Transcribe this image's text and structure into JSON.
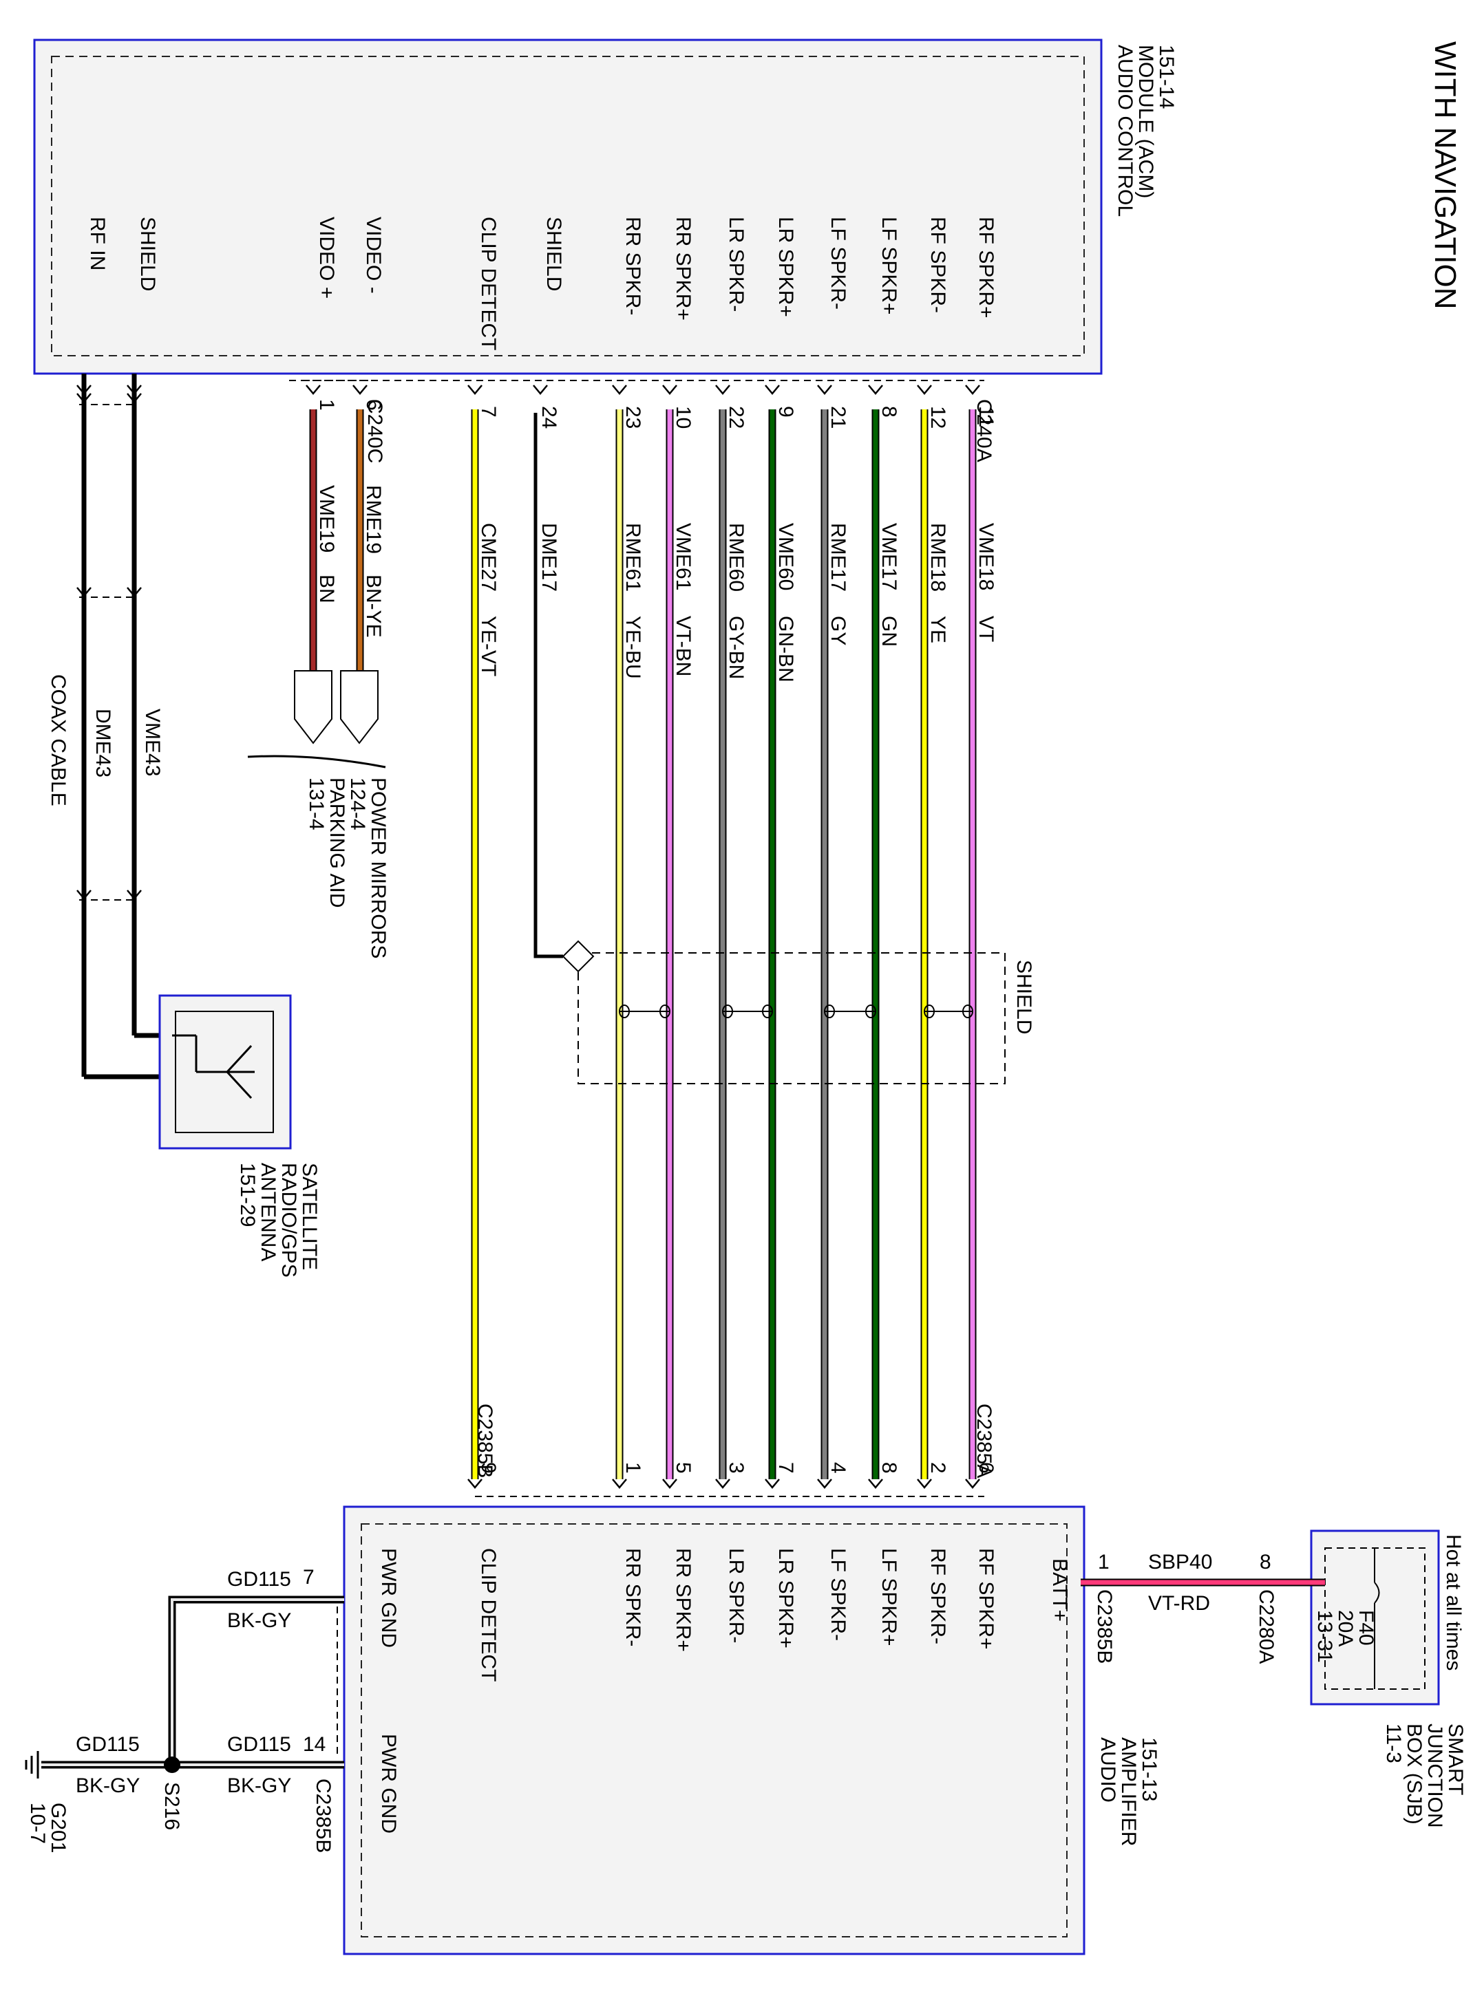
{
  "title": "WITH NAVIGATION",
  "acm": {
    "name_lines": [
      "AUDIO CONTROL",
      "MODULE (ACM)",
      "151-14"
    ],
    "pins": [
      "RF SPKR+",
      "RF SPKR-",
      "LF SPKR+",
      "LF SPKR-",
      "LR SPKR+",
      "LR SPKR-",
      "RR SPKR+",
      "RR SPKR-",
      "SHIELD",
      "CLIP DETECT",
      "VIDEO -",
      "VIDEO +",
      "SHIELD",
      "RF IN"
    ]
  },
  "amp": {
    "name_lines": [
      "AUDIO",
      "AMPLIFIER",
      "151-13"
    ],
    "pins": [
      "BATT+",
      "RF SPKR+",
      "RF SPKR-",
      "LF SPKR+",
      "LF SPKR-",
      "LR SPKR+",
      "LR SPKR-",
      "RR SPKR+",
      "RR SPKR-",
      "CLIP DETECT",
      "PWR GND",
      "PWR GND"
    ]
  },
  "connectors": {
    "c240a": "C240A",
    "c240c": "C240C",
    "c2385a": "C2385A",
    "c2385b_top": "C2385B",
    "c2385b_batt": "C2385B",
    "c2385b_gnd": "C2385B",
    "c2280a": "C2280A"
  },
  "speaker_wires": [
    {
      "circuit": "VME18",
      "color_code": "VT",
      "acm_pin": "11",
      "amp_pin": "6",
      "hex": "#ee82ee"
    },
    {
      "circuit": "RME18",
      "color_code": "YE",
      "acm_pin": "12",
      "amp_pin": "2",
      "hex": "#ffff00"
    },
    {
      "circuit": "VME17",
      "color_code": "GN",
      "acm_pin": "8",
      "amp_pin": "8",
      "hex": "#006400"
    },
    {
      "circuit": "RME17",
      "color_code": "GY",
      "acm_pin": "21",
      "amp_pin": "4",
      "hex": "#808080"
    },
    {
      "circuit": "VME60",
      "color_code": "GN-BN",
      "acm_pin": "9",
      "amp_pin": "7",
      "hex": "#006400"
    },
    {
      "circuit": "RME60",
      "color_code": "GY-BN",
      "acm_pin": "22",
      "amp_pin": "3",
      "hex": "#808080"
    },
    {
      "circuit": "VME61",
      "color_code": "VT-BN",
      "acm_pin": "10",
      "amp_pin": "5",
      "hex": "#ee82ee"
    },
    {
      "circuit": "RME61",
      "color_code": "YE-BU",
      "acm_pin": "23",
      "amp_pin": "1",
      "hex": "#ffff80"
    }
  ],
  "shield_wire": {
    "circuit": "DME17",
    "acm_pin": "24"
  },
  "clip_wire": {
    "circuit": "CME27",
    "color_code": "YE-VT",
    "acm_pin": "7",
    "amp_pin": "9",
    "hex": "#ffff00"
  },
  "video_wires": [
    {
      "circuit": "RME19",
      "color_code": "BN-YE",
      "acm_pin": "6",
      "hex": "#c46a1a"
    },
    {
      "circuit": "VME19",
      "color_code": "BN",
      "acm_pin": "1",
      "hex": "#a52a2a"
    }
  ],
  "video_dest_lines": [
    "POWER MIRRORS",
    "124-4",
    "PARKING AID",
    "131-4"
  ],
  "coax": {
    "label": "COAX CABLE",
    "circuits": [
      "VME43",
      "DME43"
    ]
  },
  "shield_label": "SHIELD",
  "antenna": {
    "name_lines": [
      "SATELLITE",
      "RADIO/GPS",
      "ANTENNA",
      "151-29"
    ]
  },
  "power": {
    "hot_label": "Hot at all times",
    "fuse_lines": [
      "F40",
      "20A",
      "13-31"
    ],
    "sjb_lines": [
      "SMART",
      "JUNCTION",
      "BOX (SJB)",
      "11-3"
    ],
    "circuit": "SBP40",
    "color_code": "VT-RD",
    "sjb_pin": "8",
    "amp_pin": "1",
    "hex": "#ff3a7a"
  },
  "ground": {
    "wire_circuit": "GD115",
    "wire_color": "BK-GY",
    "amp_pin_upper": "7",
    "amp_pin_lower": "14",
    "splice": "S216",
    "ground_point": "G201",
    "ground_ref": "10-7"
  }
}
